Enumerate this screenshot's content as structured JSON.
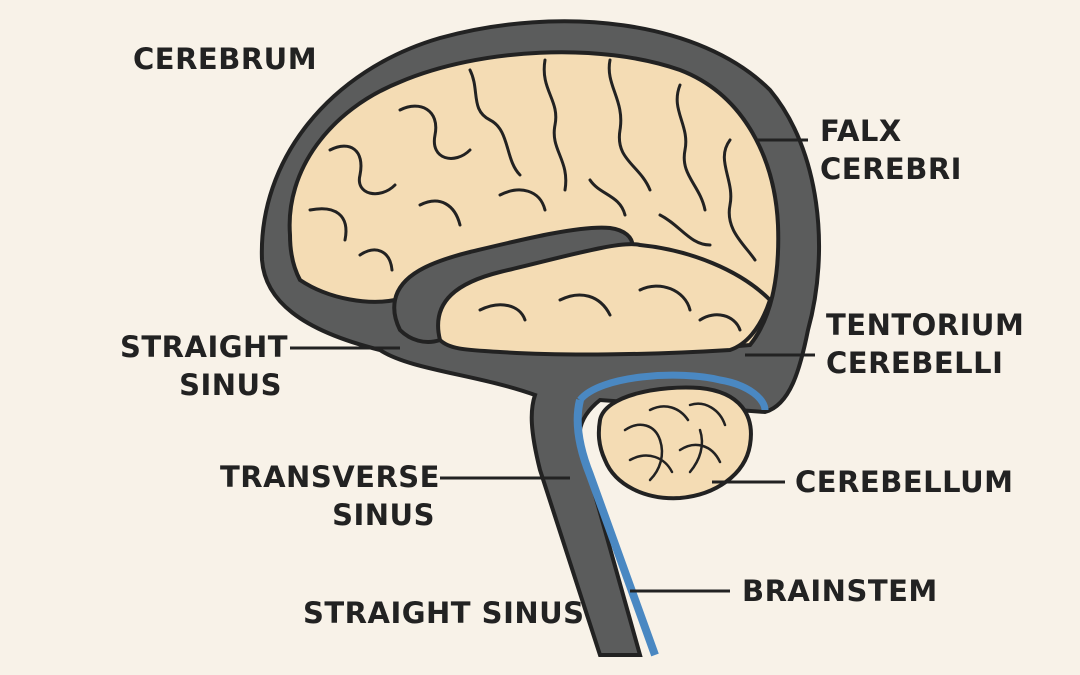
{
  "labels": {
    "cerebrum": "CEREBRUM",
    "falx_cerebri": [
      "FALX",
      "CEREBRI"
    ],
    "straight_sinus_upper": [
      "STRAIGHT",
      "SINUS"
    ],
    "tentorium_cerebelli": [
      "TENTORIUM",
      "CEREBELLI"
    ],
    "transverse_sinus": [
      "TRANSVERSE",
      "SINUS"
    ],
    "cerebellum": "CEREBELLUM",
    "brainstem": "BRAINSTEM",
    "straight_sinus_lower": "STRAIGHT SINUS"
  },
  "colors": {
    "background": "#f8f2e8",
    "brain": "#f4dcb4",
    "dura": "#5b5c5c",
    "outline": "#222222",
    "brainstem_line": "#4a88c2",
    "text": "#222222"
  }
}
